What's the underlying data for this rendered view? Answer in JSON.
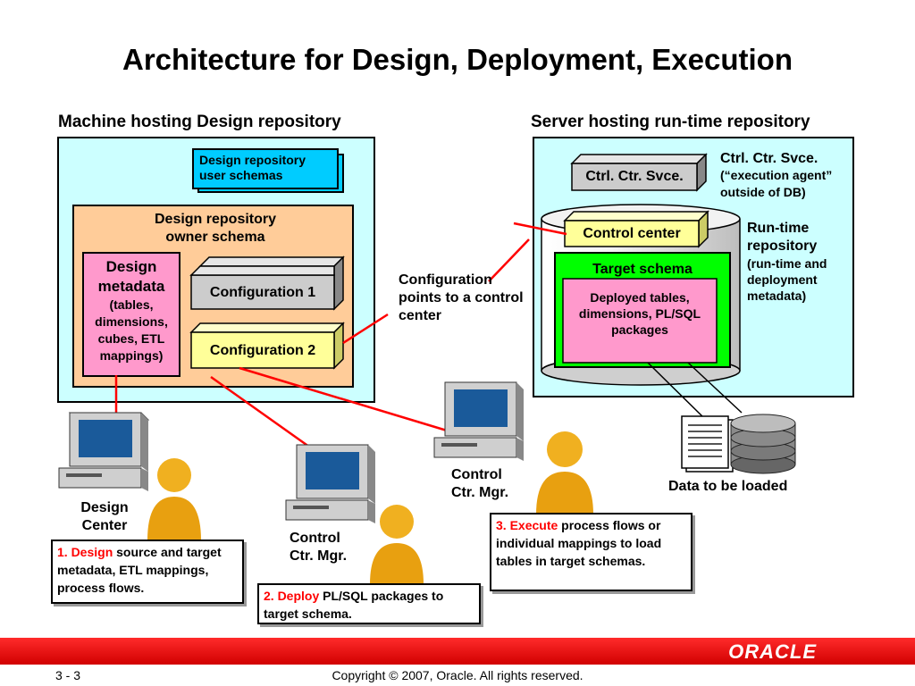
{
  "title": "Architecture for Design, Deployment, Execution",
  "design_machine": {
    "header": "Machine hosting Design repository",
    "user_schemas": "Design repository user schemas",
    "owner_schema_line1": "Design repository",
    "owner_schema_line2": "owner schema",
    "metadata_line1": "Design",
    "metadata_line2": "metadata",
    "metadata_detail": "(tables, dimensions, cubes, ETL mappings)",
    "config1": "Configuration 1",
    "config2": "Configuration 2"
  },
  "server": {
    "header": "Server hosting run-time repository",
    "svce_box": "Ctrl. Ctr. Svce.",
    "svce_note_line1": "Ctrl. Ctr. Svce.",
    "svce_note_line2": "(“execution agent”",
    "svce_note_line3": "outside of DB)",
    "control_center": "Control center",
    "target_schema": "Target schema",
    "deployed": "Deployed tables, dimensions, PL/SQL packages",
    "runtime_line1": "Run-time",
    "runtime_line2": "repository",
    "runtime_detail": "(run-time and deployment metadata)"
  },
  "config_note": "Configuration points to a control center",
  "data_to_load": "Data to be loaded",
  "clients": {
    "design_center_line1": "Design",
    "design_center_line2": "Center",
    "ccm_a_line1": "Control",
    "ccm_a_line2": "Ctr. Mgr.",
    "ccm_b_line1": "Control",
    "ccm_b_line2": "Ctr. Mgr."
  },
  "notes": {
    "n1_red": "1. Design",
    "n1_text": " source and target metadata, ETL mappings, process flows.",
    "n2_red": "2. Deploy",
    "n2_text": " PL/SQL packages to target schema.",
    "n3_red": "3. Execute",
    "n3_text": " process flows or individual mappings to load tables in target schemas."
  },
  "footer": {
    "page": "3 - 3",
    "copyright": "Copyright © 2007, Oracle. All rights reserved.",
    "brand": "ORACLE"
  },
  "colors": {
    "panel": "#ccffff",
    "owner": "#ffcc99",
    "user_schema": "#00ccff",
    "metadata": "#ff99cc",
    "config2": "#ffff99",
    "target": "#00ff00",
    "connector": "#ff0000"
  },
  "icons": [
    "computer-icon",
    "person-icon",
    "document-icon",
    "database-icon"
  ]
}
